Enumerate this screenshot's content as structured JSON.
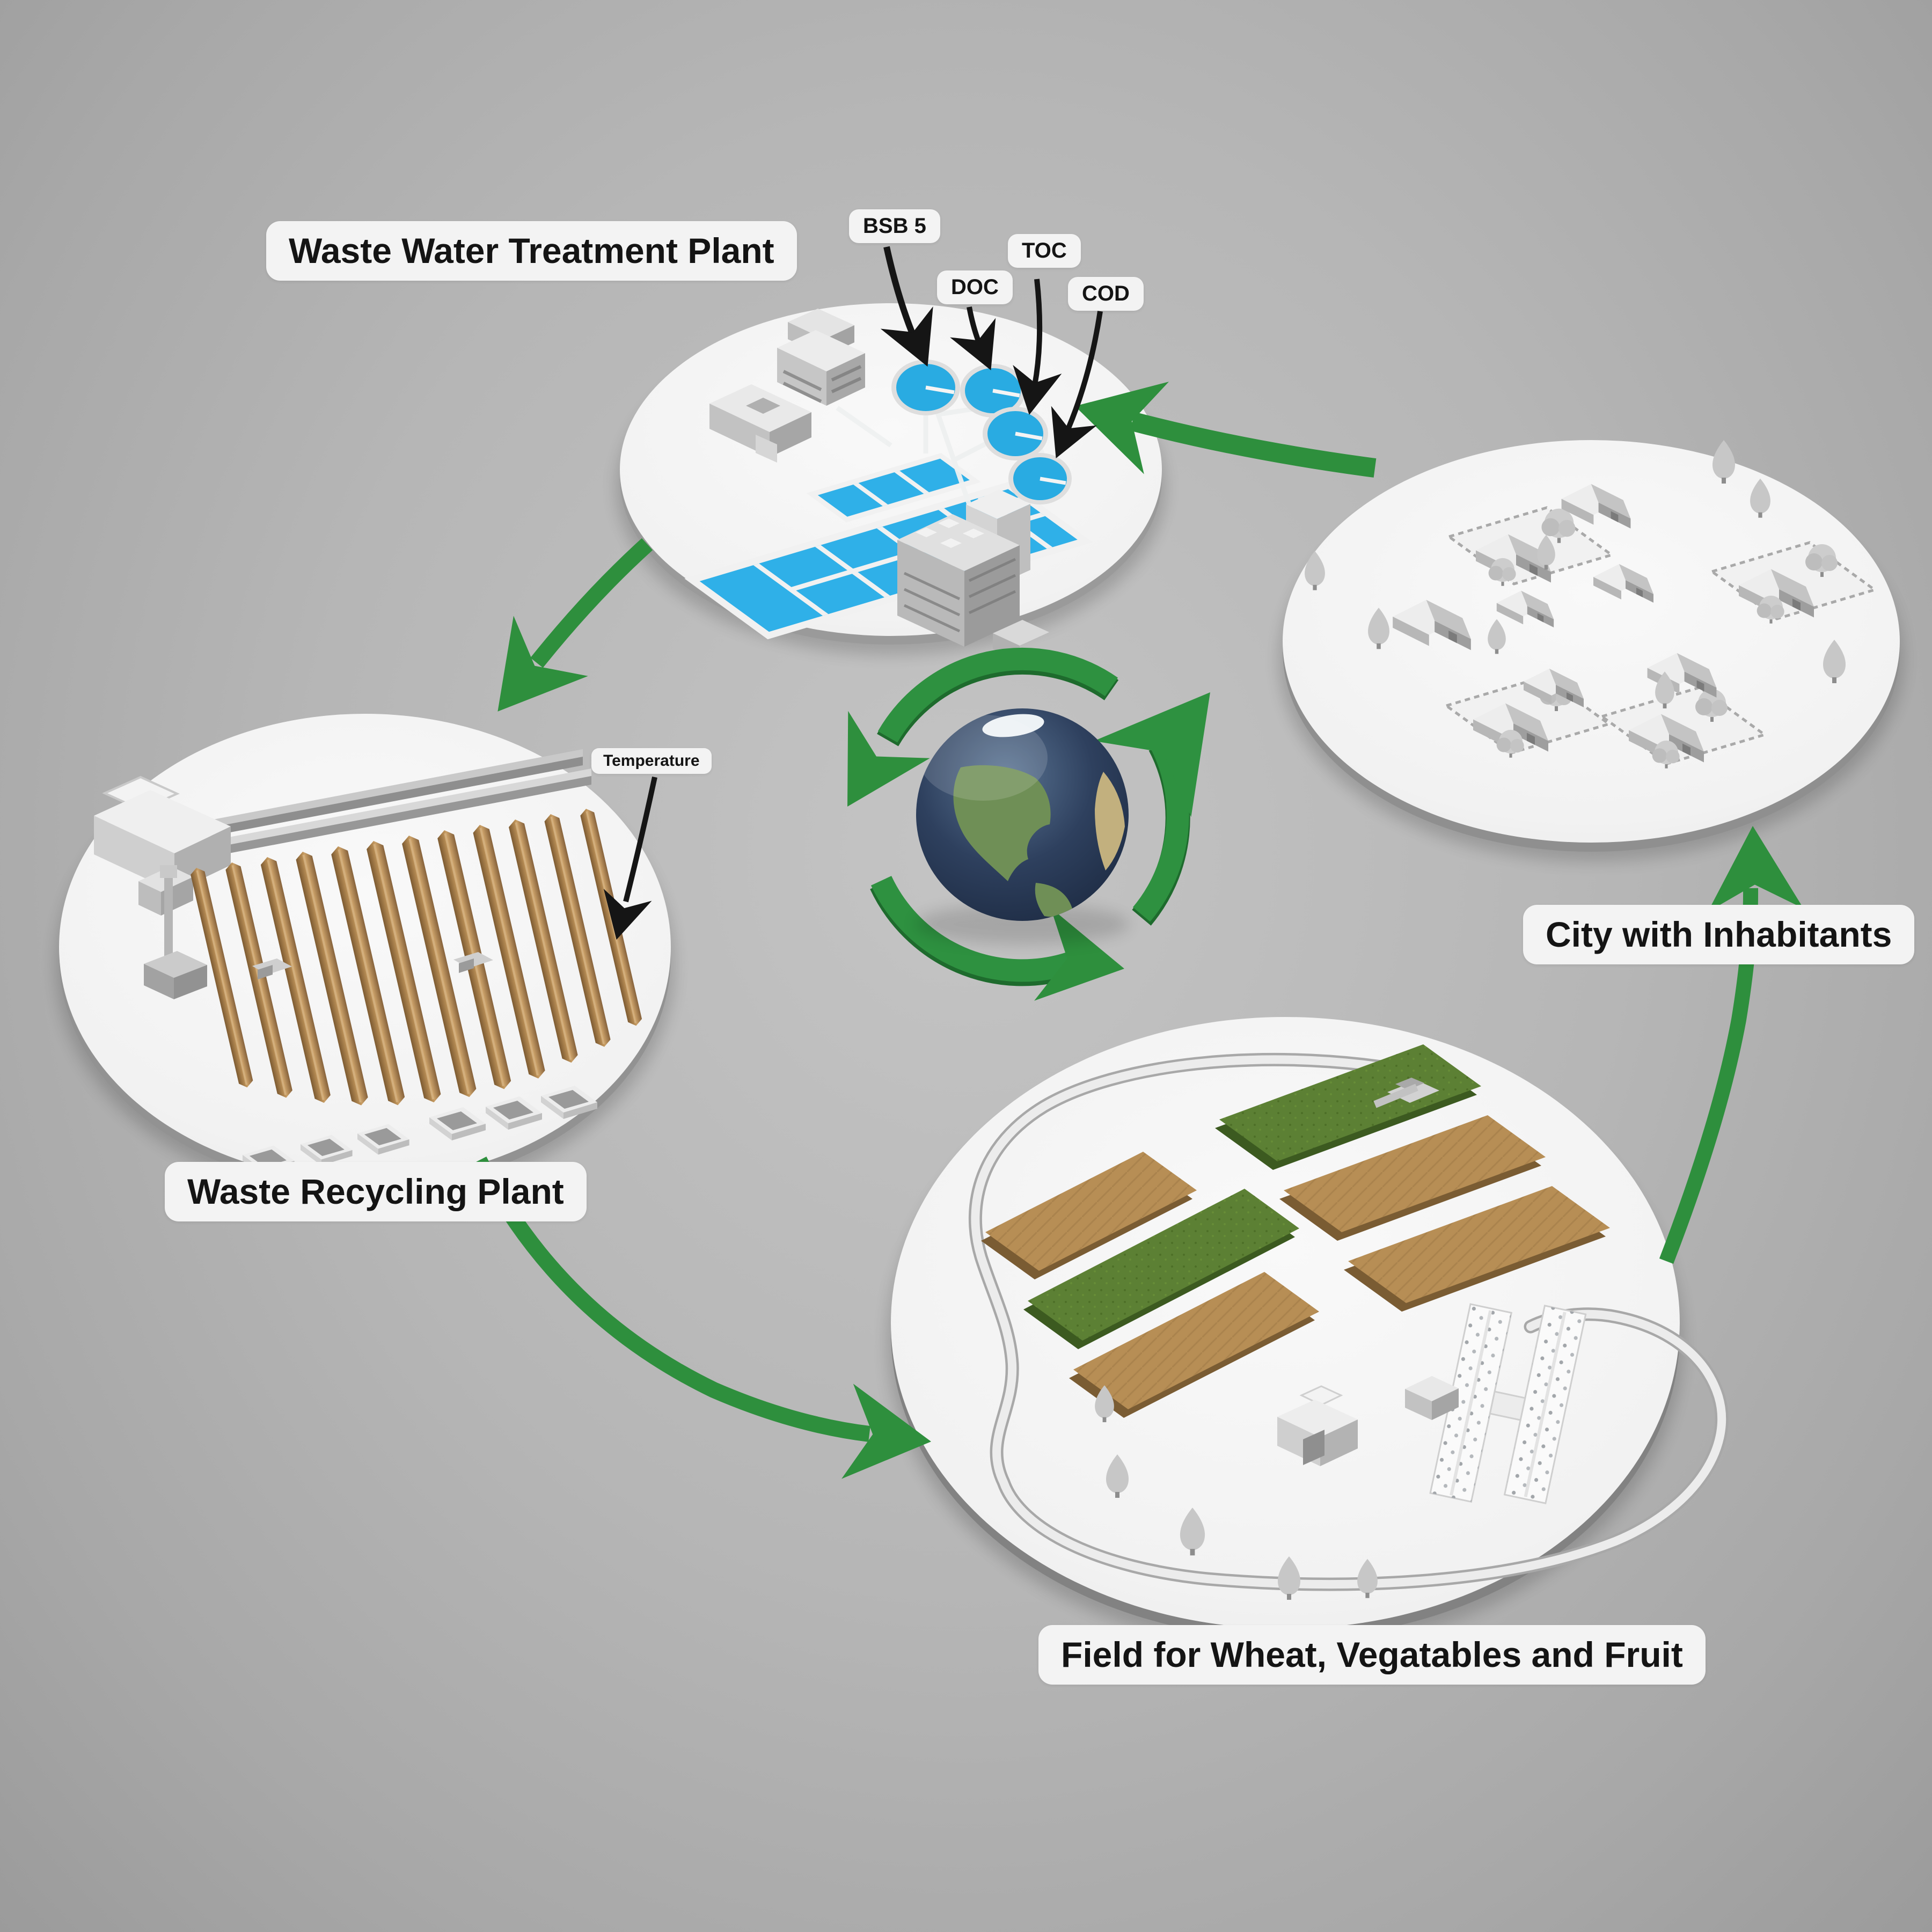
{
  "labels": {
    "wwtp": "Waste Water Treatment Plant",
    "bsb5": "BSB 5",
    "doc": "DOC",
    "toc": "TOC",
    "cod": "COD",
    "temperature": "Temperature",
    "city": "City with Inhabitants",
    "recycling": "Waste Recycling Plant",
    "field": "Field for Wheat, Vegatables and Fruit"
  },
  "diagram": {
    "stations": [
      {
        "id": "wwtp",
        "label": "Waste Water Treatment Plant"
      },
      {
        "id": "city",
        "label": "City with Inhabitants"
      },
      {
        "id": "recycling",
        "label": "Waste Recycling Plant"
      },
      {
        "id": "field",
        "label": "Field for Wheat, Vegatables and Fruit"
      }
    ],
    "cycle": [
      {
        "from": "city",
        "to": "wwtp"
      },
      {
        "from": "wwtp",
        "to": "recycling"
      },
      {
        "from": "recycling",
        "to": "field"
      },
      {
        "from": "field",
        "to": "city"
      }
    ],
    "measurement_annotations": [
      {
        "label": "BSB 5",
        "points_to": "clarifier-tank-1"
      },
      {
        "label": "DOC",
        "points_to": "clarifier-tank-2"
      },
      {
        "label": "TOC",
        "points_to": "clarifier-tank-3"
      },
      {
        "label": "COD",
        "points_to": "clarifier-tank-4"
      },
      {
        "label": "Temperature",
        "points_to": "compost-windrows"
      }
    ],
    "center": "earth-globe-with-cycle-arrows"
  },
  "colors": {
    "background": "#b6b6b6",
    "platform": "#f5f5f5",
    "cycle_green": "#2e8f3d",
    "water_blue": "#29abe2",
    "compost_brown": "#a8804a",
    "crop_green": "#5c8034",
    "soil_brown": "#b78e55",
    "label_background": "#f3f3f3",
    "label_text": "#141414",
    "annotation_black": "#151515"
  }
}
